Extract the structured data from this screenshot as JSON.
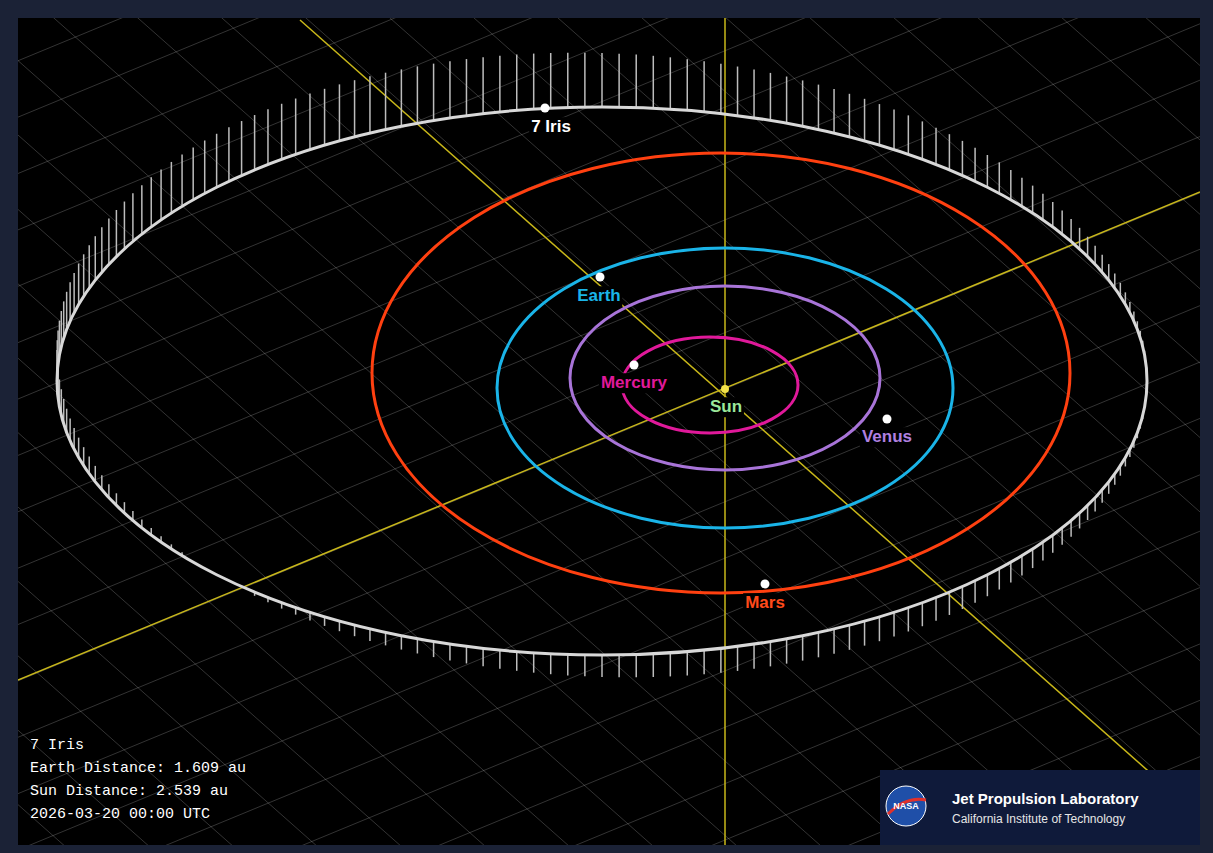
{
  "diagram": {
    "labels": [
      "7 Iris",
      "Earth",
      "Mercury",
      "Sun",
      "Venus",
      "Mars",
      "7 Iris",
      "Earth Distance: 1.609 au",
      "Sun Distance: 2.539 au",
      "2026-03-20 00:00 UTC",
      "NASA",
      "Jet Propulsion Laboratory",
      "California Institute of Technology"
    ]
  }
}
